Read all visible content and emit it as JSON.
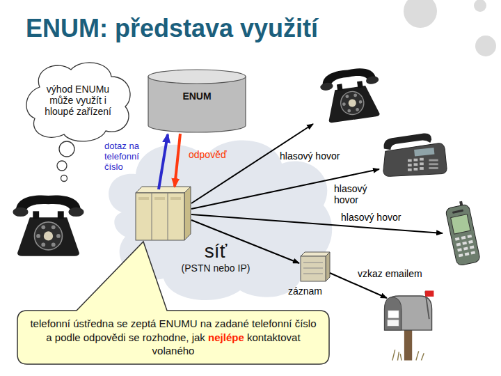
{
  "diagram": {
    "title": "ENUM: představa využití",
    "nodes": [
      {
        "text": [
          "výhod ENUMu může využít i hloupé zařízení"
        ]
      },
      {
        "text": [
          "ENUM"
        ]
      },
      {
        "text": [
          "síť",
          "(PSTN nebo IP)"
        ]
      },
      {
        "text": [
          "telefonní ústředna se zeptá ENUMU na zadané telefonní číslo a podle odpovědi se rozhodne, jak",
          "nejlépe",
          "kontaktovat volaného"
        ]
      }
    ],
    "labels": [
      "dotaz na telefonní číslo",
      "odpověď",
      "hlasový hovor",
      "hlasový hovor",
      "hlasový hovor",
      "záznam",
      "vzkaz emailem"
    ]
  }
}
